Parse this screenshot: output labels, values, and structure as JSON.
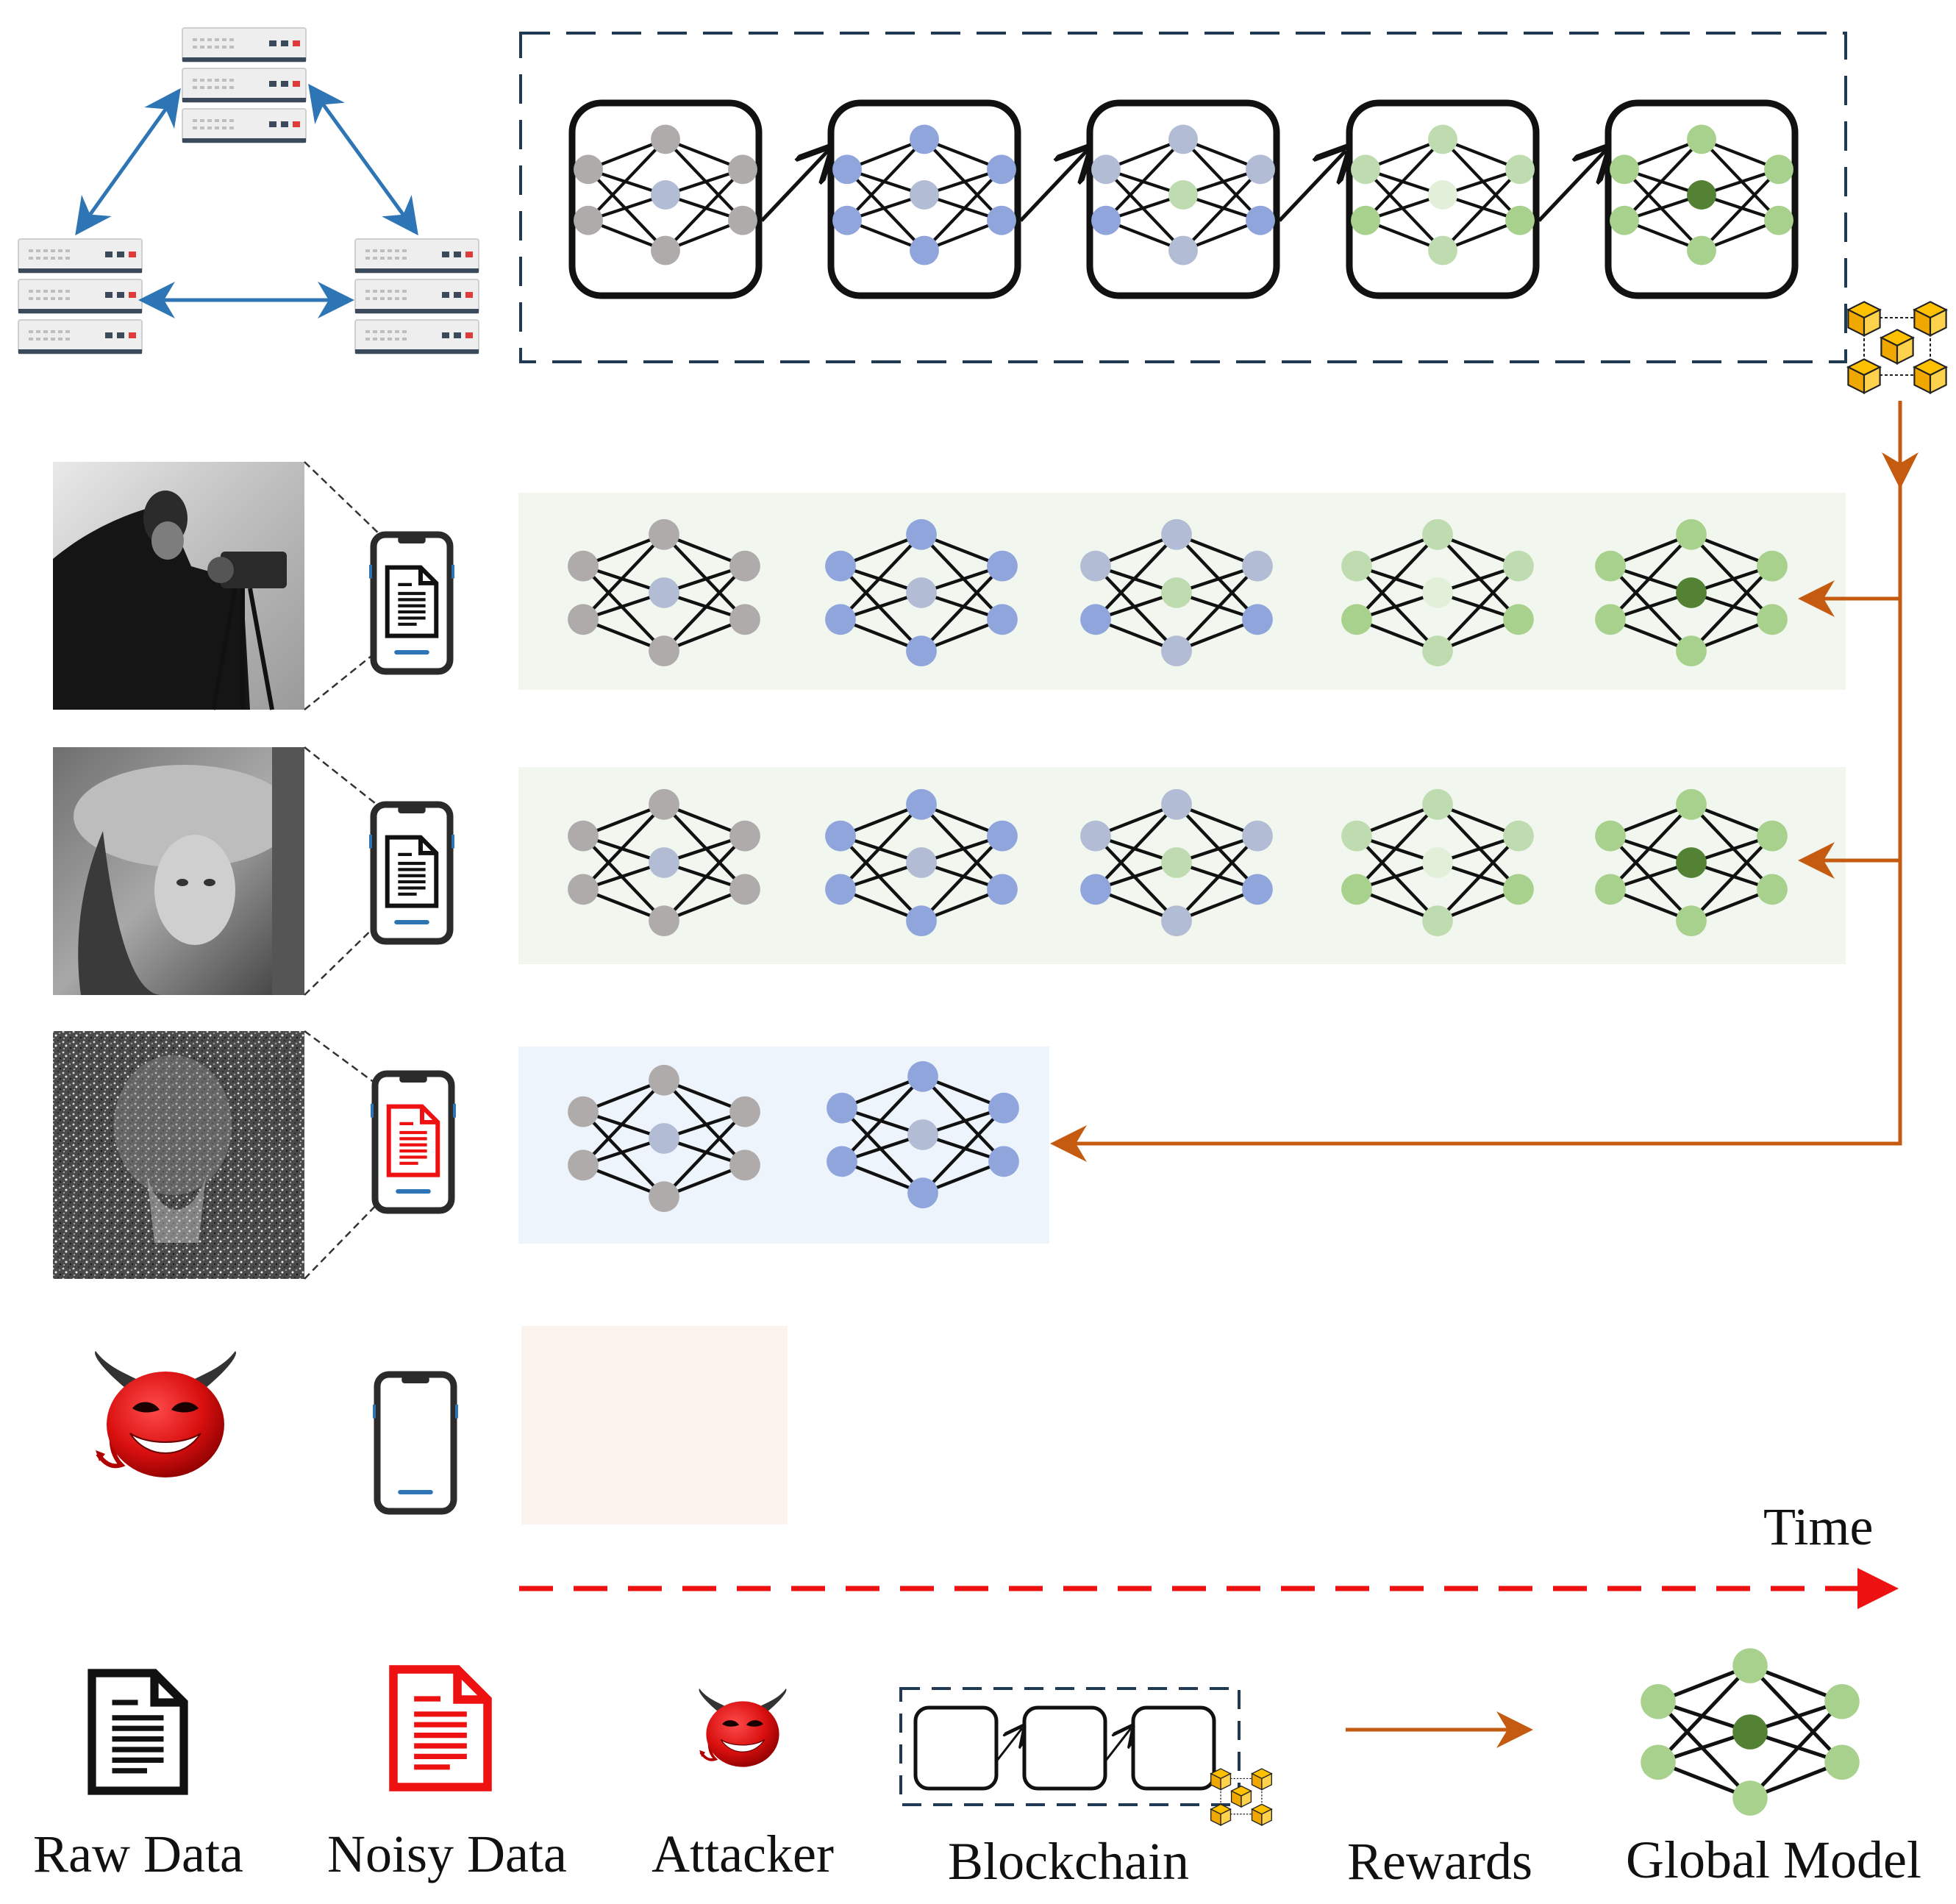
{
  "colors": {
    "gray": "#b0abab",
    "blue_gray": "#b2bcd4",
    "blue": "#8fa5dc",
    "light_green": "#bfdcb0",
    "pale_green": "#e2f0d9",
    "mid_green": "#a9d18e",
    "dark_green": "#548235",
    "orange": "#c55a11",
    "red": "#ee1111",
    "server_arrow": "#2e75b6",
    "gold": "#ffc000",
    "band_green": "#f1f7ee",
    "band_blue": "#edf4fb",
    "band_peach": "#fdf3ee",
    "dashed_box": "#1f3a52"
  },
  "icons": {
    "servers": "server-rack-icon",
    "blockchain": "blockchain-cubes-icon",
    "phone": "smartphone-icon",
    "document": "document-icon",
    "attacker": "devil-icon",
    "network": "neural-network-icon"
  },
  "time_label": "Time",
  "legend": {
    "raw_data": "Raw Data",
    "noisy_data": "Noisy Data",
    "attacker": "Attacker",
    "blockchain": "Blockchain",
    "rewards": "Rewards",
    "global_model": "Global Model"
  }
}
